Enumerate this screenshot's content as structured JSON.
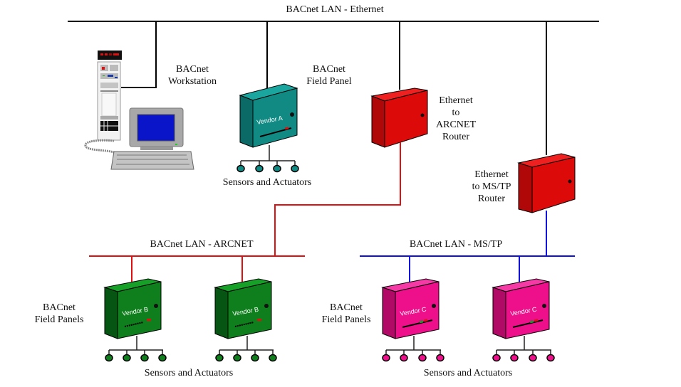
{
  "diagram": {
    "buses": {
      "ethernet": "BACnet LAN - Ethernet",
      "arcnet": "BACnet LAN - ARCNET",
      "mstp": "BACnet LAN - MS/TP"
    },
    "workstation": {
      "line1": "BACnet",
      "line2": "Workstation"
    },
    "field_panel_a": {
      "line1": "BACnet",
      "line2": "Field Panel",
      "vendor": "Vendor A",
      "sensors_label": "Sensors and Actuators"
    },
    "router_arcnet": {
      "line1": "Ethernet",
      "line2": "to",
      "line3": "ARCNET",
      "line4": "Router"
    },
    "router_mstp": {
      "line1": "Ethernet",
      "line2": "to MS/TP",
      "line3": "Router"
    },
    "arcnet_group": {
      "line1": "BACnet",
      "line2": "Field Panels",
      "vendor": "Vendor B",
      "sensors_label": "Sensors and Actuators"
    },
    "mstp_group": {
      "line1": "BACnet",
      "line2": "Field Panels",
      "vendor": "Vendor C",
      "sensors_label": "Sensors and Actuators"
    },
    "colors": {
      "ethernet_line": "#000000",
      "arcnet_line": "#e01010",
      "mstp_line": "#1010e0",
      "vendor_a_panel": "#128a84",
      "vendor_b_panel": "#0e7f1c",
      "vendor_c_panel": "#ee108a",
      "router": "#dd0a0a",
      "monitor_screen": "#0a14c8"
    }
  }
}
